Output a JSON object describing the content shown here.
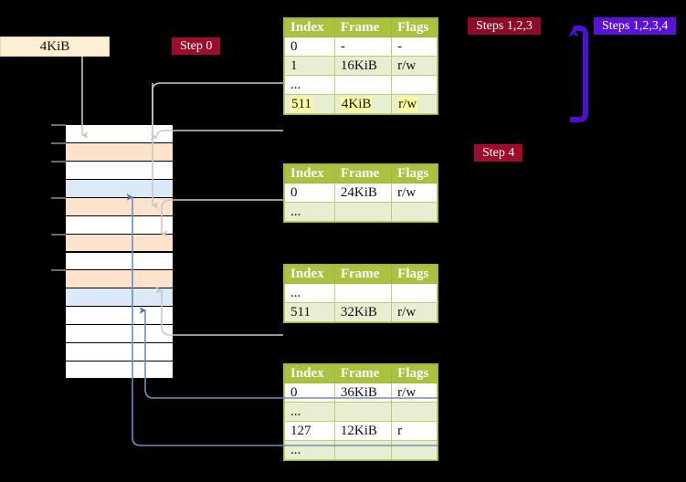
{
  "diagram": {
    "title_box": {
      "label": "4KiB"
    },
    "labels": {
      "step0": "Step 0",
      "step4": "Step 4",
      "steps123": "Steps 1,2,3",
      "steps1234": "Steps 1,2,3,4"
    },
    "colors": {
      "step_red": "#9e0b2b",
      "step_purple": "#5b12d6",
      "table_header": "#a9c23f",
      "table_alt_row": "#e7eed1",
      "highlight": "#ffff9e",
      "memory_orange": "#fde3cc",
      "memory_blue": "#dce9f8",
      "box_cream": "#fdefd3",
      "wire_gray": "#c8c8c8",
      "wire_blue": "#6b8fc0"
    },
    "columns": [
      "Index",
      "Frame",
      "Flags"
    ],
    "tables": [
      {
        "name": "level-4-table",
        "rows": [
          {
            "index": "0",
            "frame": "-",
            "flags": "-",
            "shade": "plain",
            "highlight": false
          },
          {
            "index": "1",
            "frame": "16KiB",
            "flags": "r/w",
            "shade": "alt",
            "highlight": false
          },
          {
            "index": "...",
            "frame": "",
            "flags": "",
            "shade": "plain",
            "highlight": false
          },
          {
            "index": "511",
            "frame": "4KiB",
            "flags": "r/w",
            "shade": "alt",
            "highlight": true
          }
        ]
      },
      {
        "name": "level-3-table",
        "rows": [
          {
            "index": "0",
            "frame": "24KiB",
            "flags": "r/w",
            "shade": "plain",
            "highlight": false
          },
          {
            "index": "...",
            "frame": "",
            "flags": "",
            "shade": "alt",
            "highlight": false
          }
        ]
      },
      {
        "name": "level-2-table",
        "rows": [
          {
            "index": "...",
            "frame": "",
            "flags": "",
            "shade": "plain",
            "highlight": false
          },
          {
            "index": "511",
            "frame": "32KiB",
            "flags": "r/w",
            "shade": "alt",
            "highlight": false
          }
        ]
      },
      {
        "name": "level-1-table",
        "rows": [
          {
            "index": "0",
            "frame": "36KiB",
            "flags": "r/w",
            "shade": "plain",
            "highlight": false
          },
          {
            "index": "...",
            "frame": "",
            "flags": "",
            "shade": "alt",
            "highlight": false
          },
          {
            "index": "127",
            "frame": "12KiB",
            "flags": "r",
            "shade": "plain",
            "highlight": false
          },
          {
            "index": "...",
            "frame": "",
            "flags": "",
            "shade": "alt",
            "highlight": false
          }
        ]
      }
    ],
    "memory_rows": [
      {
        "fill": "white",
        "tick": true
      },
      {
        "fill": "orange",
        "tick": true
      },
      {
        "fill": "white",
        "tick": true
      },
      {
        "fill": "blue",
        "tick": false
      },
      {
        "fill": "orange",
        "tick": true
      },
      {
        "fill": "white",
        "tick": false
      },
      {
        "fill": "orange",
        "tick": true
      },
      {
        "fill": "white",
        "tick": false
      },
      {
        "fill": "orange",
        "tick": true
      },
      {
        "fill": "blue",
        "tick": false
      },
      {
        "fill": "white",
        "tick": false
      },
      {
        "fill": "white",
        "tick": false
      },
      {
        "fill": "white",
        "tick": false
      },
      {
        "fill": "white",
        "tick": false
      }
    ]
  }
}
